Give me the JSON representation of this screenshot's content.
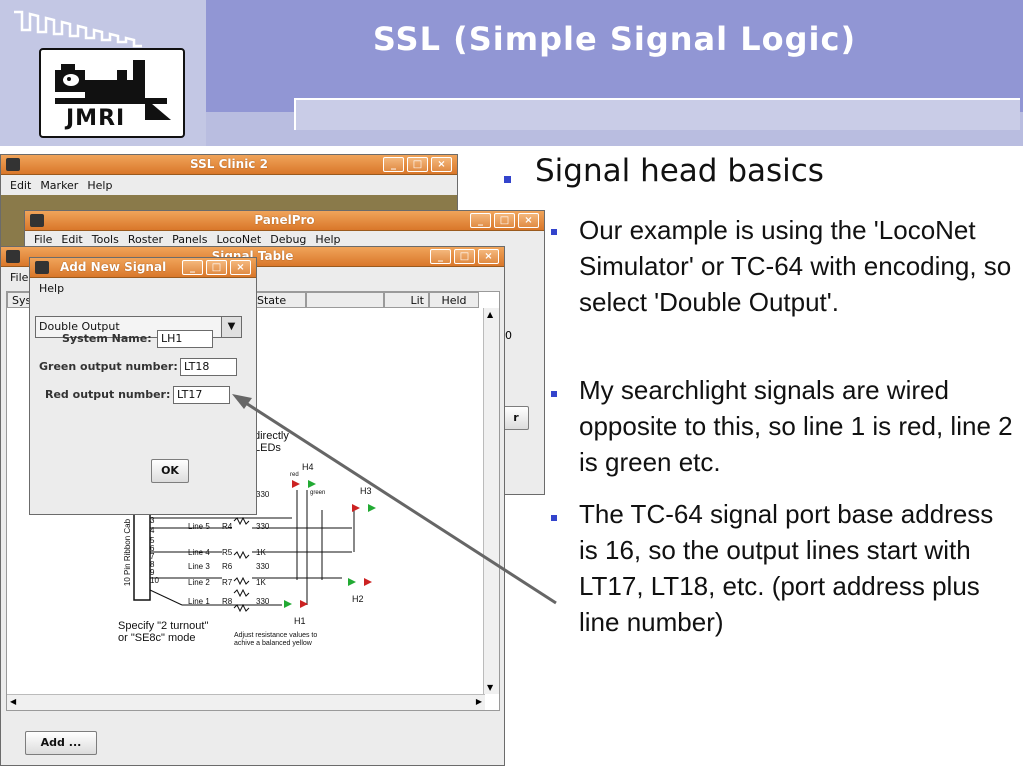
{
  "slide": {
    "title": "SSL (Simple Signal Logic)",
    "logo_text": "JMRI"
  },
  "ssl_window": {
    "title": "SSL Clinic 2",
    "menu": [
      "Edit",
      "Marker",
      "Help"
    ]
  },
  "panelpro_window": {
    "title": "PanelPro",
    "menu": [
      "File",
      "Edit",
      "Tools",
      "Roster",
      "Panels",
      "LocoNet",
      "Debug",
      "Help"
    ]
  },
  "signal_table_window": {
    "title": "Signal Table",
    "menu": [
      "File"
    ],
    "columns": [
      "System",
      "State",
      "",
      "Lit",
      "Held"
    ],
    "add_button": "Add ...",
    "side_char": "0",
    "side_button": "r"
  },
  "add_dialog": {
    "title": "Add New Signal",
    "menu": [
      "Help"
    ],
    "type_selected": "Double Output",
    "system_name_label": "System Name:",
    "system_name_value": "LH1",
    "green_label": "Green output number:",
    "green_value": "LT18",
    "red_label": "Red output number:",
    "red_value": "LT17",
    "ok_label": "OK"
  },
  "diagram": {
    "caption_top": "directly\nLEDs",
    "ribbon_label": "10 Pin Ribbon Cab",
    "pins": [
      "3",
      "4",
      "5",
      "6",
      "7",
      "8",
      "9",
      "10"
    ],
    "line_labels": [
      "Line 5",
      "Line 4",
      "Line 3",
      "Line 2",
      "Line 1"
    ],
    "resistors": [
      "R4",
      "R5",
      "R6",
      "R7",
      "R8"
    ],
    "resistor_values": [
      "330",
      "330",
      "1K",
      "330",
      "1K",
      "330"
    ],
    "heads": [
      "H4",
      "H3",
      "H2",
      "H1"
    ],
    "led_colors": [
      "red",
      "green"
    ],
    "specify_note": "Specify \"2 turnout\"\nor \"SE8c\" mode",
    "adjust_note": "Adjust resistance values to\nachive a balanced yellow"
  },
  "bullets": {
    "main": "Signal head basics",
    "items": [
      "Our example is using the 'LocoNet Simulator' or TC-64 with encoding, so select 'Double Output'.",
      "My searchlight signals are wired opposite to this, so line 1 is red, line 2 is green etc.",
      "The TC-64 signal port base address is 16, so the output lines start with LT17, LT18, etc. (port address plus line number)"
    ]
  },
  "colors": {
    "title_bg": "#9196d4",
    "titlebar_orange": "#e08b44",
    "bullet_blue": "#3344cc"
  }
}
